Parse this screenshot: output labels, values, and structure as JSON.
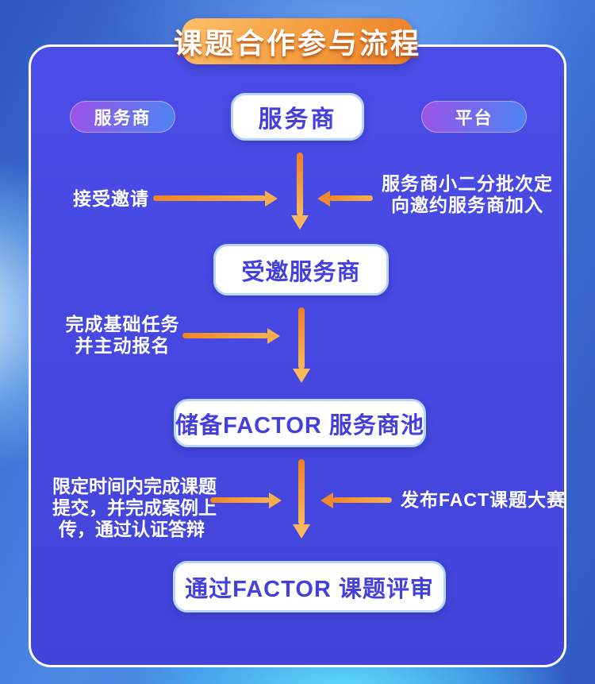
{
  "diagram": {
    "title": "课题合作参与流程",
    "top_row": {
      "left_pill": "服务商",
      "center_node": "服务商",
      "right_pill": "平台"
    },
    "nodes": {
      "invited": "受邀服务商",
      "pool": "储备FACTOR 服务商池",
      "review": "通过FACTOR 课题评审"
    },
    "annotations": {
      "accept": "接受邀请",
      "invite_lines": [
        "服务商小二分批次定",
        "向邀约服务商加入"
      ],
      "basic_lines": [
        "完成基础任务",
        "并主动报名"
      ],
      "submit_lines": [
        "限定时间内完成课题",
        "提交，并完成案例上",
        "传，通过认证答辩"
      ],
      "publish": "发布FACT课题大赛"
    },
    "colors": {
      "panel_indigo": "#4648e1",
      "arrow_orange_dark": "#ef7f22",
      "arrow_orange_light": "#f9b95e",
      "badge_orange_light": "#f9b457",
      "badge_orange_dark": "#ee7d26",
      "pill_purple": "#9d53e6",
      "pill_blue": "#4b85f2",
      "node_text_indigo": "#4340df",
      "background_glow_cyan": "#4fd0f8"
    }
  }
}
